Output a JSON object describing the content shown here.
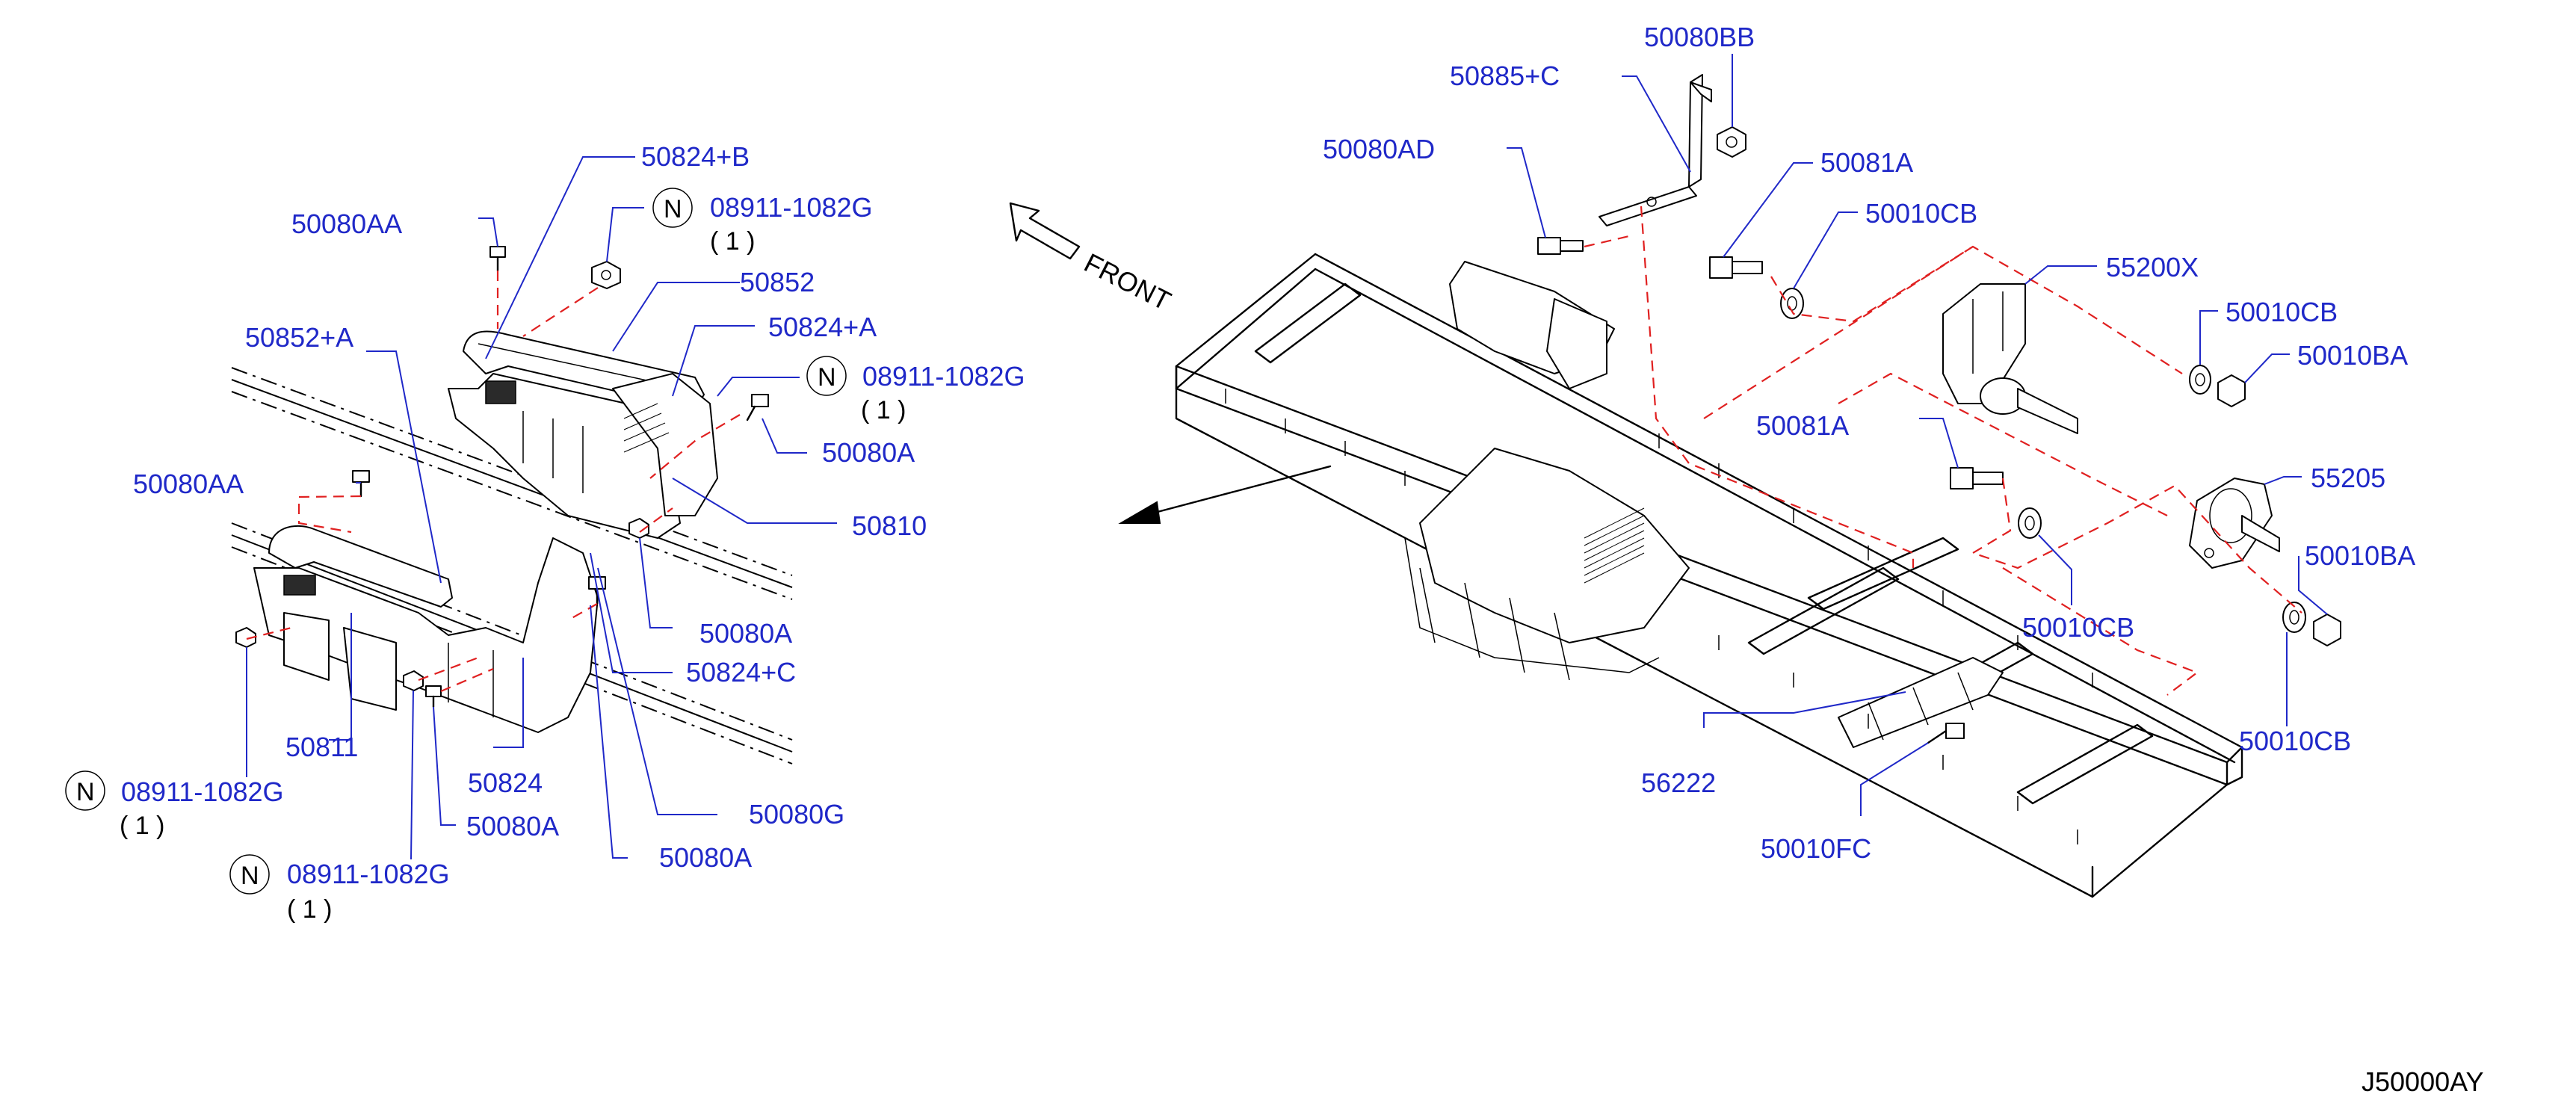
{
  "diagram_code": "J50000AY",
  "front_label": "FRONT",
  "left_group": {
    "labels": {
      "p50824_b": "50824+B",
      "p08911_top": "08911-1082G",
      "p08911_top_qty": "( 1 )",
      "p50080aa_top": "50080AA",
      "p50852": "50852",
      "p50852_a": "50852+A",
      "p50824_a": "50824+A",
      "p08911_mid": "08911-1082G",
      "p08911_mid_qty": "( 1 )",
      "p50080aa_mid": "50080AA",
      "p50080a_right": "50080A",
      "p50810": "50810",
      "p50080a_mid": "50080A",
      "p50824_c": "50824+C",
      "p50811": "50811",
      "p50824": "50824",
      "p50080g": "50080G",
      "p08911_low": "08911-1082G",
      "p08911_low_qty": "( 1 )",
      "p50080a_low": "50080A",
      "p50080a_bottom": "50080A",
      "p08911_bottom": "08911-1082G",
      "p08911_bottom_qty": "( 1 )"
    },
    "n_mark": "N"
  },
  "right_group": {
    "labels": {
      "p50080bb": "50080BB",
      "p50885_c": "50885+C",
      "p50080ad": "50080AD",
      "p50081a_top": "50081A",
      "p50010cb_top": "50010CB",
      "p55200x": "55200X",
      "p50010cb_r1": "50010CB",
      "p50010ba_r1": "50010BA",
      "p50081a_mid": "50081A",
      "p55205": "55205",
      "p50010ba_r2": "50010BA",
      "p50010cb_mid": "50010CB",
      "p50010cb_low": "50010CB",
      "p56222": "56222",
      "p50010fc": "50010FC"
    }
  },
  "colors": {
    "label_blue": "#1f28c8",
    "dashed_red": "#e02020",
    "ink": "#000000"
  }
}
